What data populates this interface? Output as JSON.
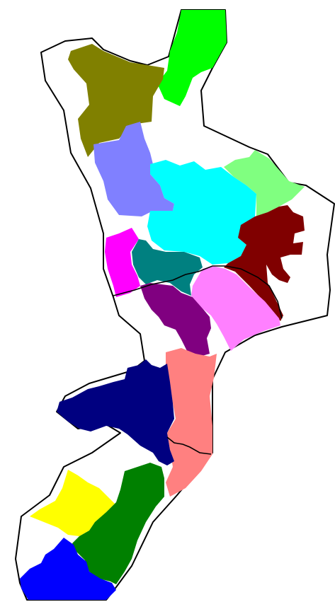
{
  "map": {
    "zones": [
      {
        "id": "green-north",
        "color": "#00ff00"
      },
      {
        "id": "olive",
        "color": "#808000"
      },
      {
        "id": "periwinkle",
        "color": "#8080ff"
      },
      {
        "id": "cyan",
        "color": "#00ffff"
      },
      {
        "id": "light-green",
        "color": "#80ff80"
      },
      {
        "id": "maroon",
        "color": "#800000"
      },
      {
        "id": "magenta",
        "color": "#ff00ff"
      },
      {
        "id": "teal",
        "color": "#008080"
      },
      {
        "id": "purple",
        "color": "#800080"
      },
      {
        "id": "pink",
        "color": "#ff80ff"
      },
      {
        "id": "salmon",
        "color": "#ff8080"
      },
      {
        "id": "navy",
        "color": "#000080"
      },
      {
        "id": "yellow",
        "color": "#ffff00"
      },
      {
        "id": "dark-green",
        "color": "#008000"
      },
      {
        "id": "blue",
        "color": "#0000ff"
      }
    ]
  }
}
